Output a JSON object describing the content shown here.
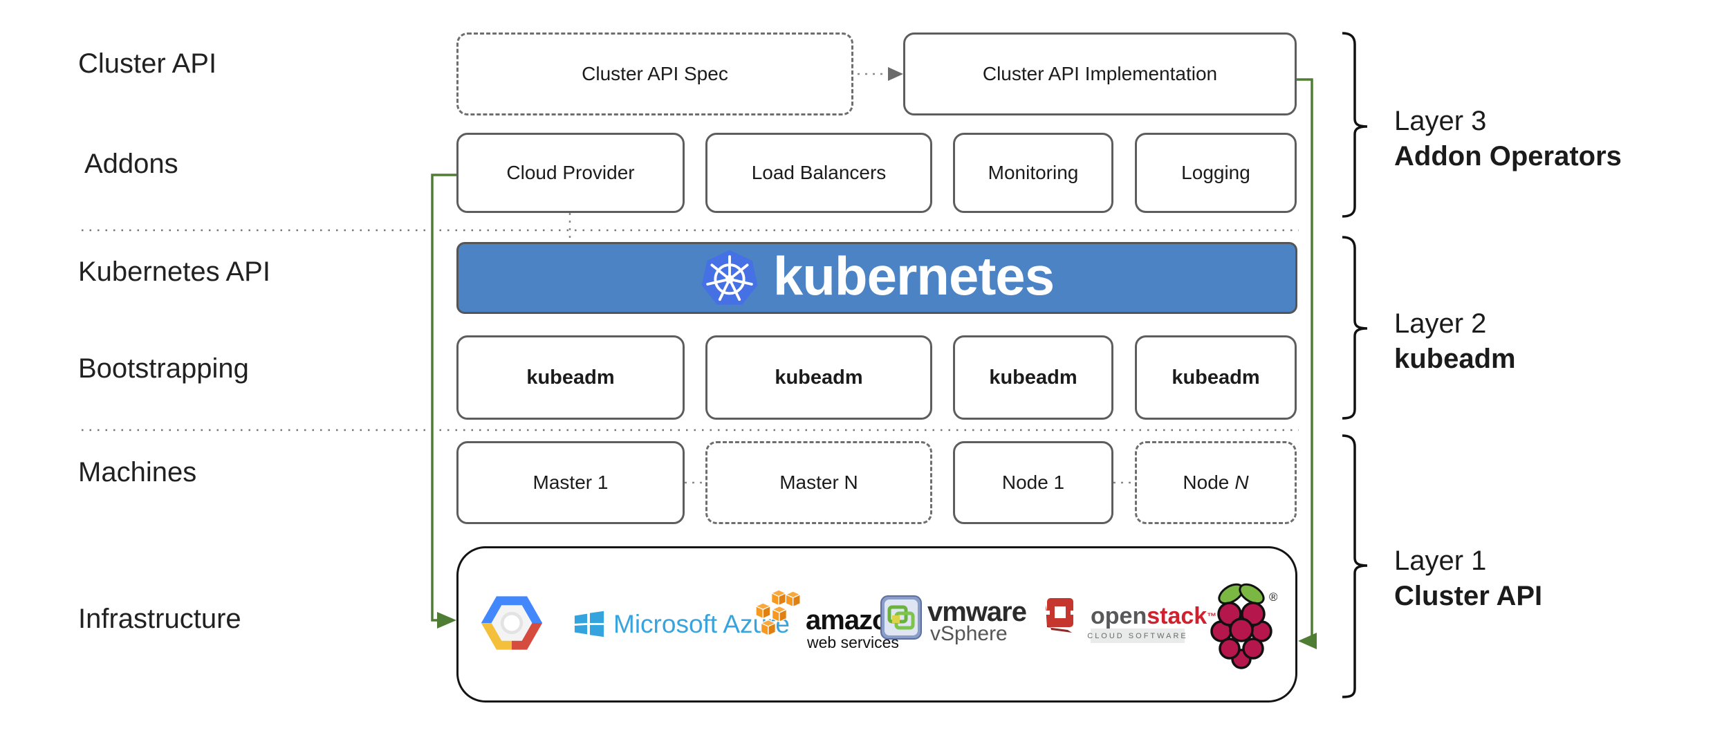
{
  "rows": [
    {
      "label": "Cluster API"
    },
    {
      "label": "Addons"
    },
    {
      "label": "Kubernetes API"
    },
    {
      "label": "Bootstrapping"
    },
    {
      "label": "Machines"
    },
    {
      "label": "Infrastructure"
    }
  ],
  "top_row": {
    "spec_label": "Cluster API Spec",
    "impl_label": "Cluster API Implementation"
  },
  "addons": {
    "boxes": [
      {
        "label": "Cloud Provider"
      },
      {
        "label": "Load Balancers"
      },
      {
        "label": "Monitoring"
      },
      {
        "label": "Logging"
      }
    ]
  },
  "kubernetes": {
    "wordmark": "kubernetes"
  },
  "bootstrapping": {
    "boxes": [
      {
        "label": "kubeadm"
      },
      {
        "label": "kubeadm"
      },
      {
        "label": "kubeadm"
      },
      {
        "label": "kubeadm"
      }
    ]
  },
  "machines": {
    "boxes": [
      {
        "label": "Master 1"
      },
      {
        "label": "Master N"
      },
      {
        "label": "Node 1"
      },
      {
        "label": "Node",
        "italic": "N"
      }
    ]
  },
  "infrastructure": {
    "providers": [
      {
        "name": "Google Cloud Platform"
      },
      {
        "name": "Microsoft Azure",
        "text": "Microsoft Azure"
      },
      {
        "name": "Amazon Web Services",
        "line1": "amazon",
        "line2": "web services"
      },
      {
        "name": "VMware vSphere",
        "line1": "vmware",
        "line2": "vSphere"
      },
      {
        "name": "OpenStack",
        "part1": "open",
        "part2": "stack",
        "tm": "™",
        "caption": "CLOUD SOFTWARE"
      },
      {
        "name": "Raspberry Pi",
        "reg": "®"
      }
    ]
  },
  "layers": [
    {
      "line1": "Layer 3",
      "line2": "Addon Operators"
    },
    {
      "line1": "Layer 2",
      "line2": "kubeadm"
    },
    {
      "line1": "Layer 1",
      "line2": "Cluster API"
    }
  ],
  "colors": {
    "connector_green": "#4e7d33",
    "banner_blue": "#4c83c5",
    "k8s_logo_blue": "#4671e5",
    "azure_blue": "#35a3dd",
    "aws_orange": "#f7981f",
    "openstack_red": "#d0222e",
    "openstack_gray": "#58585a",
    "raspberry_red": "#b5164c",
    "leaf_green": "#7ab843",
    "box_border_gray": "#5d5d5d"
  }
}
